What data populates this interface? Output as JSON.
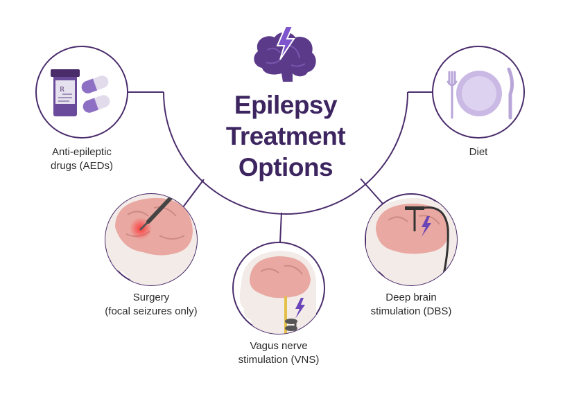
{
  "title": {
    "lines": [
      "Epilepsy",
      "Treatment",
      "Options"
    ]
  },
  "treatments": {
    "aeds": {
      "line1": "Anti-epileptic",
      "line2": "drugs (AEDs)"
    },
    "diet": {
      "line1": "Diet"
    },
    "surgery": {
      "line1": "Surgery",
      "line2": "(focal seizures only)"
    },
    "vns": {
      "line1": "Vagus nerve",
      "line2": "stimulation (VNS)"
    },
    "dbs": {
      "line1": "Deep brain",
      "line2": "stimulation (DBS)"
    }
  },
  "colors": {
    "accent": "#4a2c6b",
    "title": "#3d2560",
    "lavender": "#b9a6d9",
    "brain_pink": "#e8a6a0",
    "skin": "#f4ece8",
    "lightning": "#6a45b8"
  },
  "icons": [
    "brain-lightning-icon",
    "pill-bottle-icon",
    "plate-cutlery-icon",
    "head-surgery-icon",
    "head-vns-icon",
    "head-dbs-icon"
  ]
}
